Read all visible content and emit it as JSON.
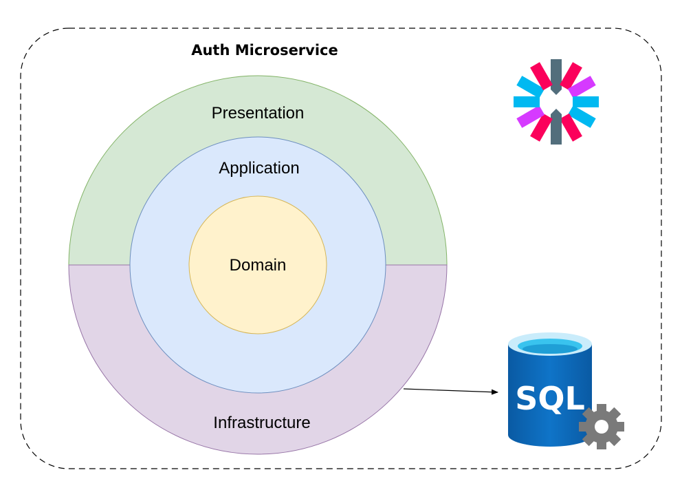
{
  "title": "Auth Microservice",
  "layers": {
    "presentation": "Presentation",
    "application": "Application",
    "domain": "Domain",
    "infrastructure": "Infrastructure"
  },
  "database": {
    "label": "SQL"
  },
  "icons": [
    "jwt-logo-icon",
    "sql-database-icon",
    "gear-icon"
  ],
  "colors": {
    "presentation_fill": "#d5e8d4",
    "presentation_stroke": "#82b366",
    "application_fill": "#dae8fc",
    "application_stroke": "#6c8ebf",
    "domain_fill": "#fff2cc",
    "domain_stroke": "#d6b656",
    "infrastructure_fill": "#e1d5e7",
    "infrastructure_stroke": "#9673a6",
    "sql_blue": "#0a69b6",
    "jwt_pink": "#fb015b",
    "jwt_purple": "#d63aff",
    "jwt_cyan": "#00b9f1",
    "jwt_slate": "#526e7c"
  }
}
